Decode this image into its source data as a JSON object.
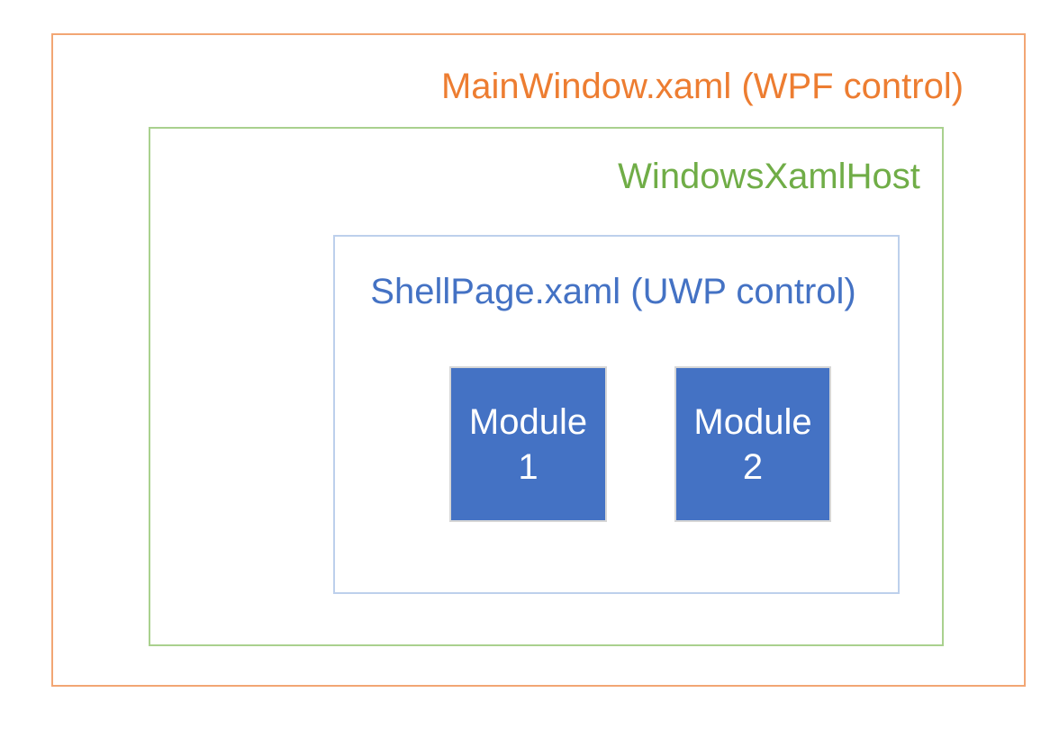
{
  "diagram": {
    "main_window": {
      "title": "MainWindow.xaml (WPF control)",
      "title_color": "#ED7D31",
      "border_color": "#F2A674"
    },
    "xaml_host": {
      "title": "WindowsXamlHost",
      "title_color": "#70AD47",
      "border_color": "#A9D18E"
    },
    "shell_page": {
      "title": "ShellPage.xaml (UWP control)",
      "title_color": "#4472C4",
      "border_color": "#BDD0EC"
    },
    "modules": [
      {
        "name": "Module",
        "number": "1",
        "fill_color": "#4472C4",
        "border_color": "#D6D6D6",
        "text_color": "#FFFFFF"
      },
      {
        "name": "Module",
        "number": "2",
        "fill_color": "#4472C4",
        "border_color": "#D6D6D6",
        "text_color": "#FFFFFF"
      }
    ]
  }
}
